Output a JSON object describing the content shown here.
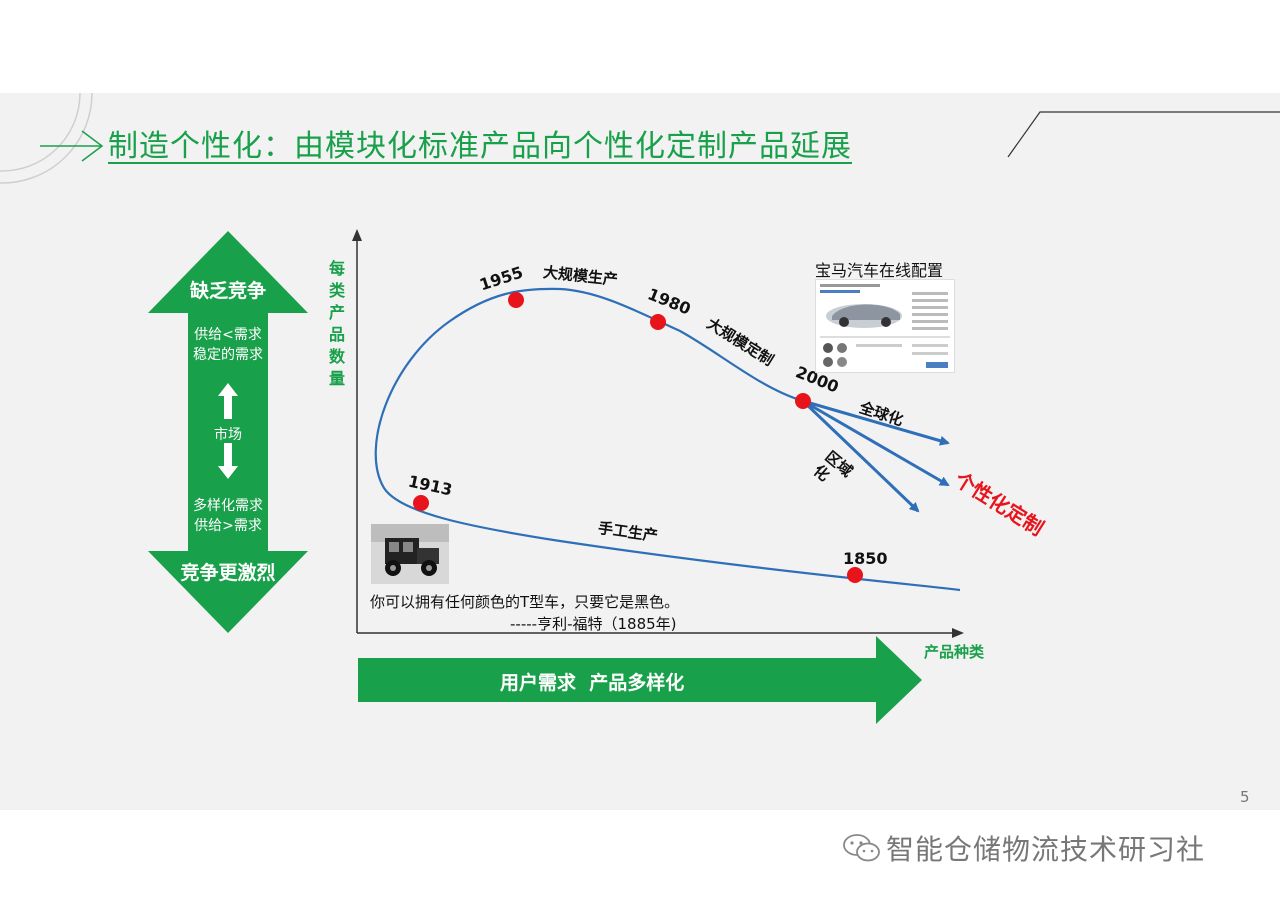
{
  "title": "制造个性化：由模块化标准产品向个性化定制产品延展",
  "left_arrow": {
    "top_label": "缺乏竞争",
    "top_text_1": "供给<需求",
    "top_text_2": "稳定的需求",
    "middle_label": "市场",
    "bottom_text_1": "多样化需求",
    "bottom_text_2": "供给>需求",
    "bottom_label": "竞争更激烈"
  },
  "axes": {
    "y_label": "每类产品数量",
    "x_label": "产品种类"
  },
  "bottom_arrow_label": "用户需求  产品多样化",
  "milestones": {
    "y1913": "1913",
    "y1955": "1955",
    "y1980": "1980",
    "y2000": "2000",
    "y1850": "1850"
  },
  "phases": {
    "mass_production": "大规模生产",
    "mass_customization": "大规模定制",
    "handcraft": "手工生产",
    "globalization": "全球化",
    "regionalization": "区域化",
    "personalization": "个性化定制"
  },
  "quote": {
    "text": "你可以拥有任何颜色的T型车，只要它是黑色。",
    "author": "-----亨利-福特（1885年)"
  },
  "bmw_caption": "宝马汽车在线配置",
  "page_number": "5",
  "watermark": "智能仓储物流技术研习社",
  "colors": {
    "accent_green": "#19a04a",
    "curve_blue": "#2e6fb7",
    "dot_red": "#e8141c",
    "highlight_red": "#e8141c"
  }
}
